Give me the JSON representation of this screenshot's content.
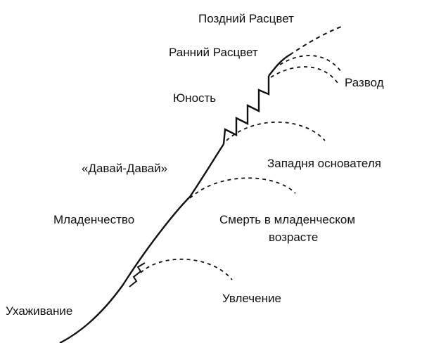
{
  "stages": [
    {
      "id": "courtship",
      "label": "Ухаживание"
    },
    {
      "id": "infancy",
      "label": "Младенчество"
    },
    {
      "id": "go-go",
      "label": "«Давай-Давай»"
    },
    {
      "id": "adolescence",
      "label": "Юность"
    },
    {
      "id": "early-prime",
      "label": "Ранний Расцвет"
    },
    {
      "id": "late-prime",
      "label": "Поздний Расцвет"
    }
  ],
  "failure_branches": [
    {
      "id": "affair",
      "label": "Увлечение"
    },
    {
      "id": "infant-mortality",
      "label_line1": "Смерть в младенческом",
      "label_line2": "возрасте"
    },
    {
      "id": "founder-trap",
      "label": "Западня основателя"
    },
    {
      "id": "divorce",
      "label": "Развод"
    }
  ],
  "colors": {
    "line": "#111111",
    "text": "#111111",
    "background": "#ffffff"
  }
}
